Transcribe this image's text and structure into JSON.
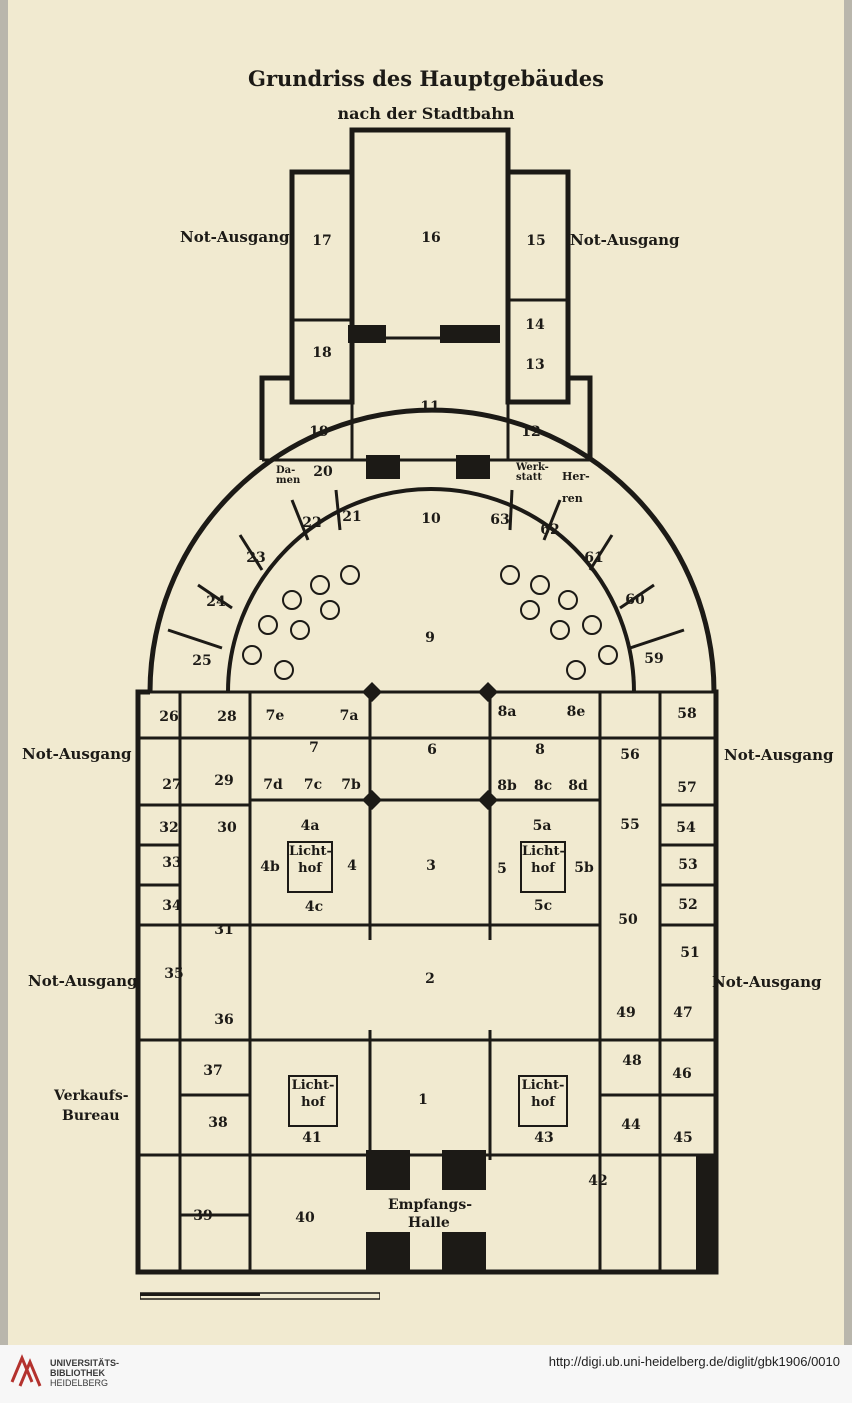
{
  "plan": {
    "title": "Grundriss des Hauptgebäudes",
    "subtitle": "nach der Stadtbahn",
    "exits": {
      "left_upper": "Not-Ausgang",
      "right_upper": "Not-Ausgang",
      "left_mid": "Not-Ausgang",
      "right_mid": "Not-Ausgang",
      "left_lower": "Not-Ausgang",
      "right_lower": "Not-Ausgang"
    },
    "verkaufs": "Verkaufs-",
    "bureau": "Bureau",
    "empfangs": "Empfangs-",
    "halle": "Halle",
    "lichthof": "Licht-",
    "hof": "hof",
    "damen": "Da-",
    "damen2": "men",
    "werkstatt": "Werk-",
    "werkstatt2": "statt",
    "herren": "Her-",
    "herren2": "ren",
    "rooms": [
      "17",
      "16",
      "15",
      "14",
      "18",
      "13",
      "11",
      "19",
      "12",
      "20",
      "10",
      "21",
      "22",
      "63",
      "62",
      "23",
      "61",
      "24",
      "60",
      "9",
      "25",
      "59",
      "26",
      "28",
      "7e",
      "7a",
      "8a",
      "8e",
      "58",
      "7",
      "6",
      "8",
      "56",
      "27",
      "29",
      "7d",
      "7c",
      "7b",
      "8b",
      "8c",
      "8d",
      "57",
      "32",
      "30",
      "4a",
      "5a",
      "55",
      "54",
      "33",
      "4b",
      "4",
      "3",
      "5",
      "5b",
      "53",
      "34",
      "4c",
      "5c",
      "52",
      "31",
      "50",
      "51",
      "35",
      "2",
      "49",
      "47",
      "36",
      "48",
      "46",
      "37",
      "1",
      "38",
      "41",
      "43",
      "44",
      "45",
      "42",
      "39",
      "40"
    ]
  },
  "footer": {
    "library_line1": "UNIVERSITÄTS-",
    "library_line2": "BIBLIOTHEK",
    "library_line3": "HEIDELBERG",
    "url": "http://digi.ub.uni-heidelberg.de/diglit/gbk1906/0010"
  },
  "colors": {
    "paper": "#f1ead0",
    "ink": "#1c1a16",
    "logo": "#b4322e"
  }
}
